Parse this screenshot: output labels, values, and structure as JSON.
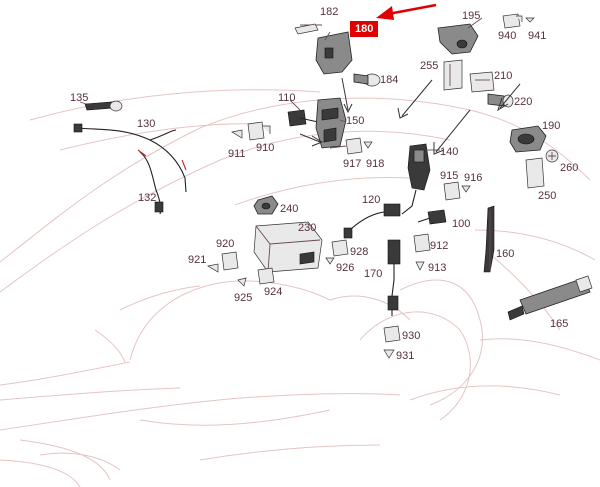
{
  "diagram": {
    "highlighted_callout": "180",
    "highlight_color": "#e00000",
    "callouts": {
      "c182": "182",
      "c180": "180",
      "c195": "195",
      "c940": "940",
      "c941": "941",
      "c255": "255",
      "c210": "210",
      "c184": "184",
      "c220": "220",
      "c135": "135",
      "c110": "110",
      "c150": "150",
      "c130": "130",
      "c190": "190",
      "c911": "911",
      "c910": "910",
      "c917": "917",
      "c918": "918",
      "c140": "140",
      "c260": "260",
      "c915": "915",
      "c916": "916",
      "c132": "132",
      "c250": "250",
      "c240": "240",
      "c120": "120",
      "c230": "230",
      "c100": "100",
      "c920": "920",
      "c928": "928",
      "c912": "912",
      "c921": "921",
      "c926": "926",
      "c913": "913",
      "c160": "160",
      "c170": "170",
      "c925": "925",
      "c924": "924",
      "c165": "165",
      "c930": "930",
      "c931": "931"
    }
  }
}
